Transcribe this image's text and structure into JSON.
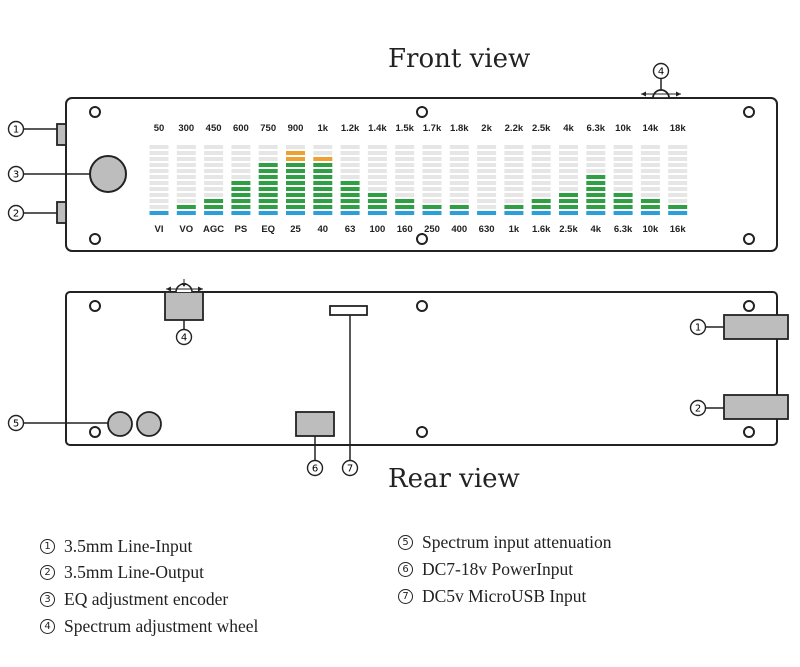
{
  "front_view": {
    "title": "Front view",
    "top_labels": [
      "50",
      "300",
      "450",
      "600",
      "750",
      "900",
      "1k",
      "1.2k",
      "1.4k",
      "1.5k",
      "1.7k",
      "1.8k",
      "2k",
      "2.2k",
      "2.5k",
      "4k",
      "6.3k",
      "10k",
      "14k",
      "18k"
    ],
    "bottom_labels": [
      "VI",
      "VO",
      "AGC",
      "PS",
      "EQ",
      "25",
      "40",
      "63",
      "100",
      "160",
      "250",
      "400",
      "630",
      "1k",
      "1.6k",
      "2.5k",
      "4k",
      "6.3k",
      "10k",
      "16k"
    ],
    "bar_levels": [
      0,
      1,
      2,
      5,
      8,
      10,
      9,
      5,
      3,
      2,
      1,
      1,
      0,
      1,
      2,
      3,
      6,
      3,
      2,
      1
    ],
    "bar_max": 11,
    "colors": {
      "lit_green": "#2ea043",
      "peak_orange": "#f0a030",
      "peak_red": "#c0202a",
      "base_blue": "#2a9fd8",
      "unlit": "#e6e6e6"
    }
  },
  "rear_view": {
    "title": "Rear view"
  },
  "callouts": [
    "1",
    "2",
    "3",
    "4",
    "5",
    "6",
    "7"
  ],
  "legend": [
    {
      "num": "1",
      "text": "3.5mm Line-Input"
    },
    {
      "num": "2",
      "text": "3.5mm Line-Output"
    },
    {
      "num": "3",
      "text": "EQ adjustment encoder"
    },
    {
      "num": "4",
      "text": "Spectrum adjustment wheel"
    },
    {
      "num": "5",
      "text": "Spectrum input attenuation"
    },
    {
      "num": "6",
      "text": "DC7-18v PowerInput"
    },
    {
      "num": "7",
      "text": "DC5v  MicroUSB Input"
    }
  ]
}
